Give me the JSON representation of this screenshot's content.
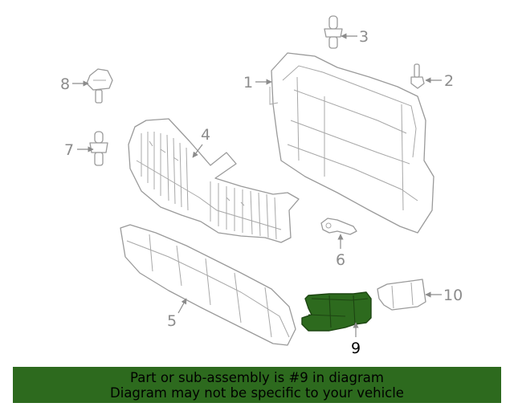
{
  "callouts": {
    "c1": "1",
    "c2": "2",
    "c3": "3",
    "c4": "4",
    "c5": "5",
    "c6": "6",
    "c7": "7",
    "c8": "8",
    "c9": "9",
    "c10": "10"
  },
  "highlight": {
    "part_number": "9",
    "color": "#2d6a1e"
  },
  "banner": {
    "line1": "Part or sub-assembly is #9 in diagram",
    "line2": "Diagram may not be specific to your vehicle",
    "background": "#2d6a1e"
  }
}
